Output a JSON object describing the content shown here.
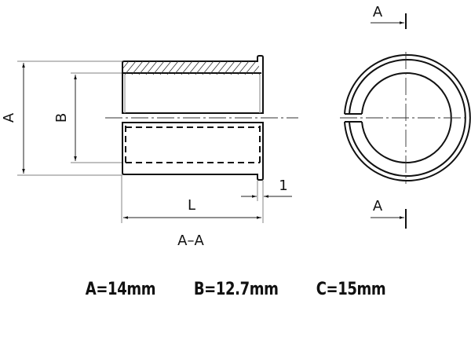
{
  "drawing": {
    "type": "split bushing technical drawing",
    "views": [
      "section A-A (side)",
      "end view"
    ],
    "labels": {
      "dim_A": "A",
      "dim_B": "B",
      "dim_L": "L",
      "dim_flange": "1",
      "section_title": "A–A",
      "section_marker_top": "A",
      "section_marker_bottom": "A"
    }
  },
  "specs": {
    "a": "A=14mm",
    "b": "B=12.7mm",
    "c": "C=15mm"
  }
}
